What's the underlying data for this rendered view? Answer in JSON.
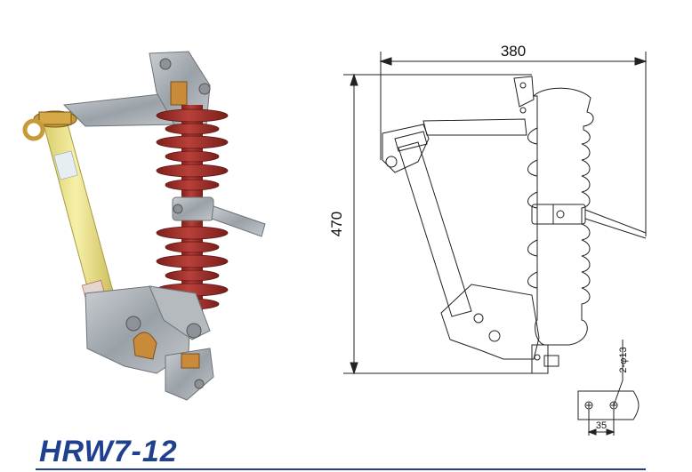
{
  "product": {
    "model": "HRW7-12"
  },
  "dimensions": {
    "width": "380",
    "height": "470",
    "hole_spec": "2-φ13",
    "hole_spacing": "35"
  },
  "colors": {
    "insulator_red": "#a3302a",
    "fuse_tube_yellow": "#eee48c",
    "metal_gray": "#a6adb3",
    "brass": "#c79a3a",
    "title_blue": "#1f3f8f",
    "line_drawing": "#222222"
  }
}
